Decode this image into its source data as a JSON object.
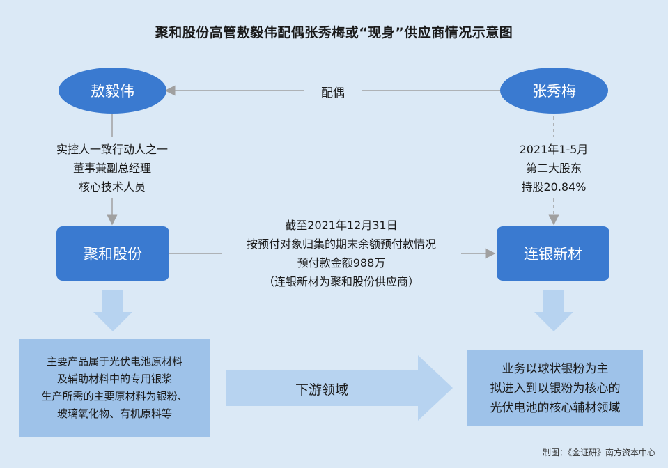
{
  "title": "聚和股份高管敖毅伟配偶张秀梅或“现身”供应商情况示意图",
  "nodes": {
    "ao_yiwei": "敖毅伟",
    "zhang_xiumei": "张秀梅",
    "juhe": "聚和股份",
    "lianyin": "连银新材"
  },
  "relations": {
    "spouse": "配偶",
    "ao_roles": [
      "实控人一致行动人之一",
      "董事兼副总经理",
      "核心技术人员"
    ],
    "zhang_roles": [
      "2021年1-5月",
      "第二大股东",
      "持股20.84%"
    ],
    "prepayment": [
      "截至2021年12月31日",
      "按预付对象归集的期末余额预付款情况",
      "预付款金额988万",
      "（连银新材为聚和股份供应商）"
    ]
  },
  "boxes": {
    "juhe_desc": [
      "主要产品属于光伏电池原材料",
      "及辅助材料中的专用银浆",
      "生产所需的主要原材料为银粉、",
      "玻璃氧化物、有机原料等"
    ],
    "downstream": "下游领域",
    "lianyin_desc": [
      "业务以球状银粉为主",
      "拟进入到以银粉为核心的",
      "光伏电池的核心辅材领域"
    ]
  },
  "footer": "制图：《金证研》南方资本中心",
  "colors": {
    "background": "#dbe9f6",
    "primary": "#3a7ad0",
    "light": "#9ec2e9",
    "arrow_light": "#b7d3f0",
    "line": "#a0a0a0"
  }
}
